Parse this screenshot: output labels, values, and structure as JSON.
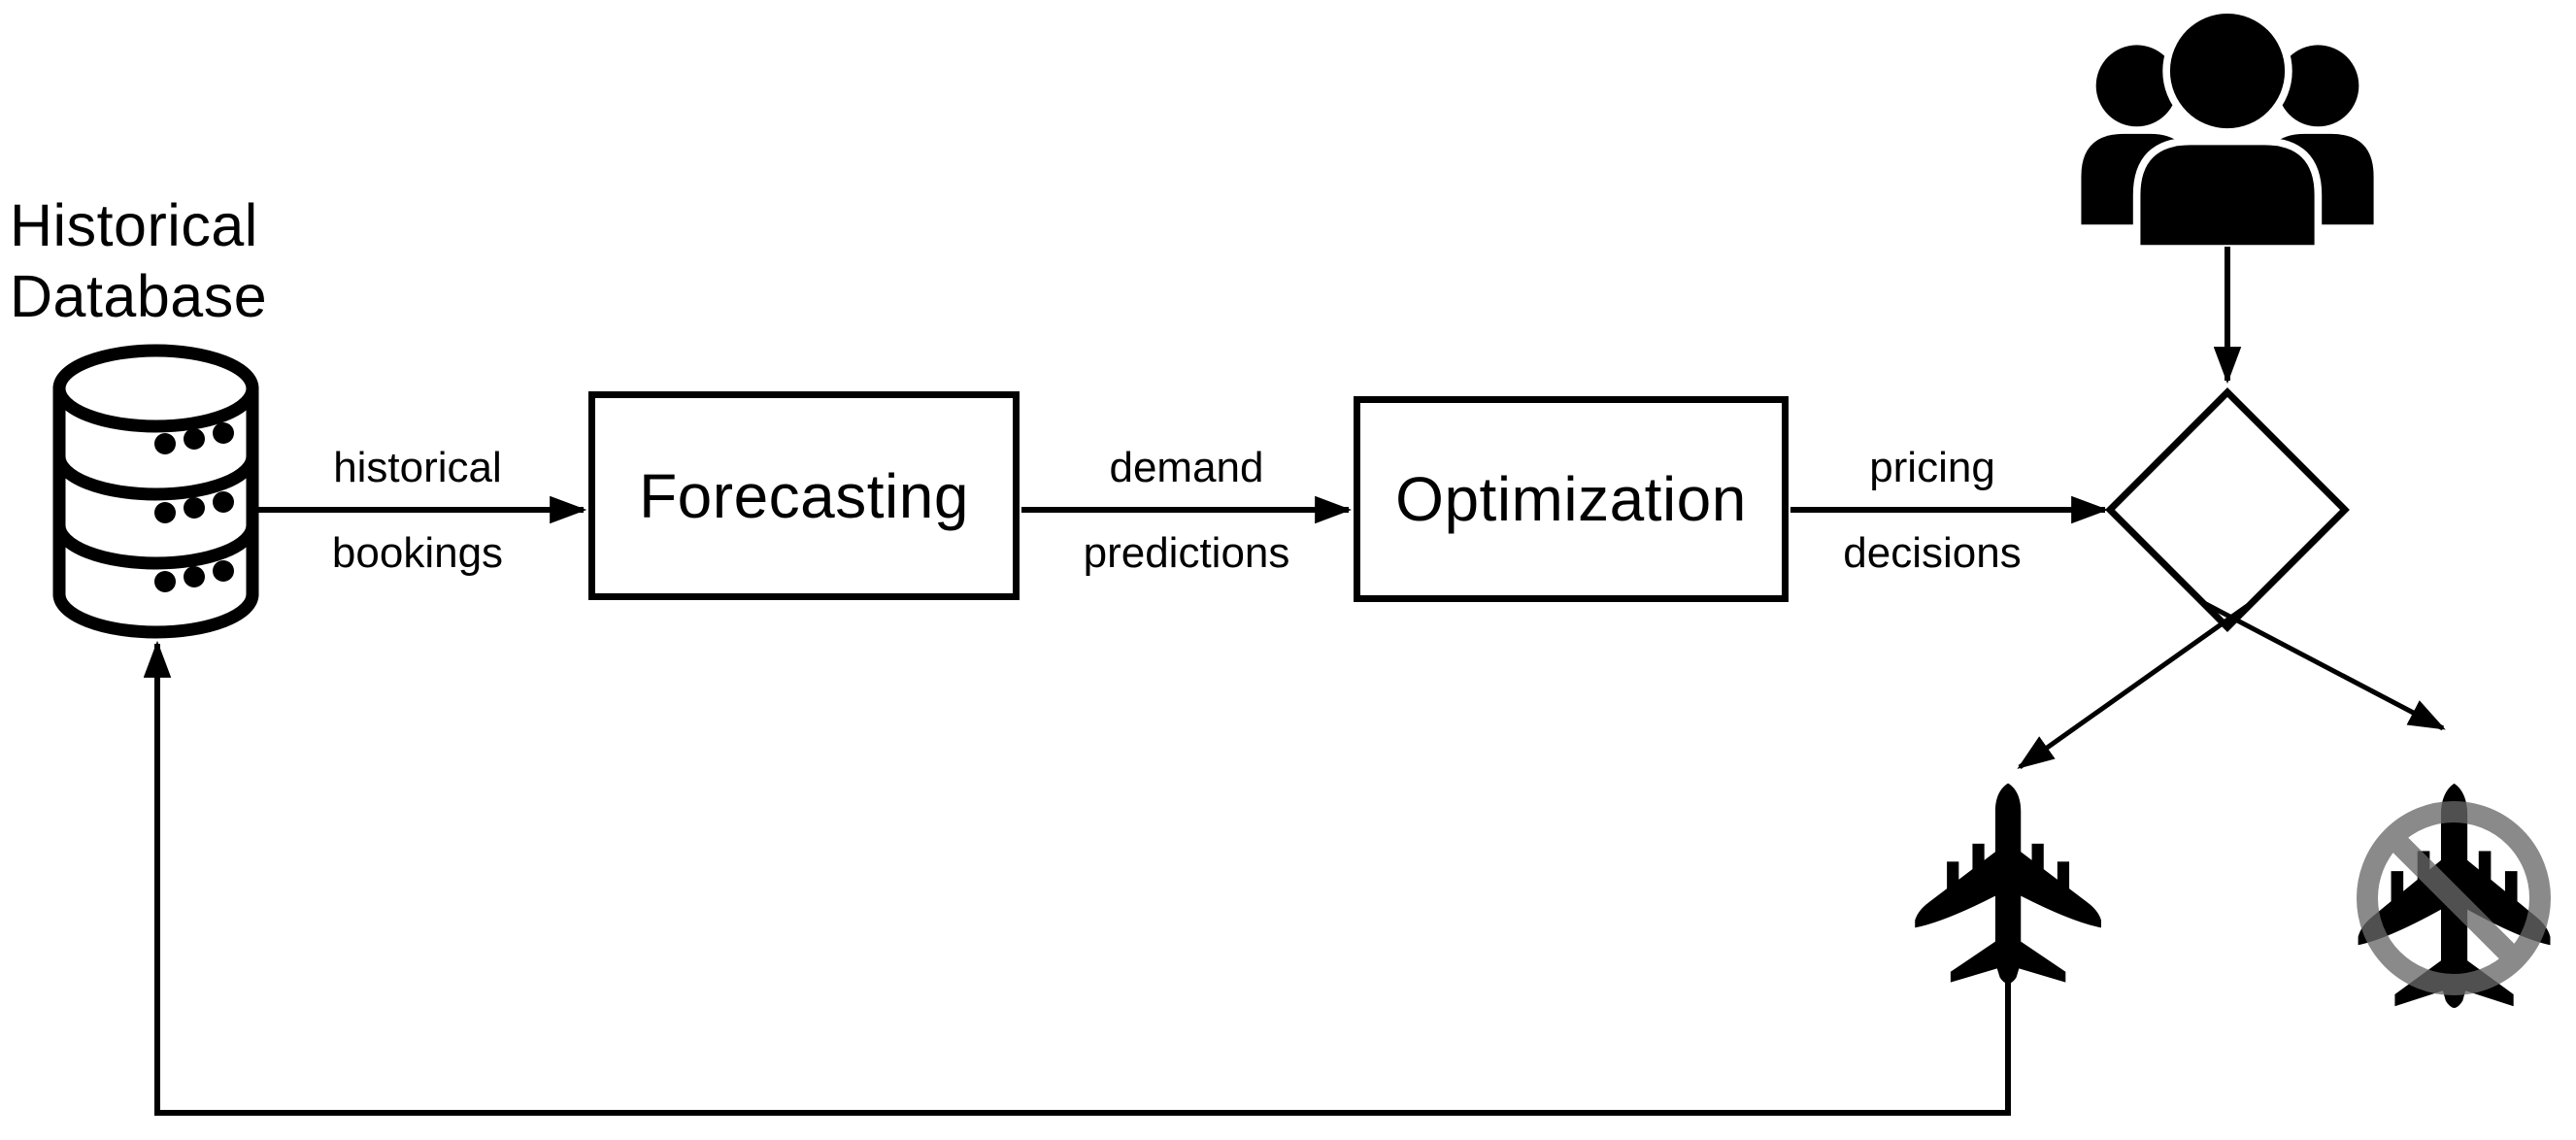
{
  "diagram": {
    "nodes": {
      "historical_database": {
        "label": "Historical Database",
        "icon": "database-icon"
      },
      "forecasting": {
        "label": "Forecasting",
        "shape": "rectangle"
      },
      "optimization": {
        "label": "Optimization",
        "shape": "rectangle"
      },
      "decision": {
        "shape": "diamond"
      },
      "customers": {
        "icon": "users-icon"
      },
      "booking_accepted": {
        "icon": "airplane-icon"
      },
      "booking_rejected": {
        "icon": "airplane-prohibited-icon"
      }
    },
    "edges": [
      {
        "from": "historical_database",
        "to": "forecasting",
        "label_top": "historical",
        "label_bottom": "bookings"
      },
      {
        "from": "forecasting",
        "to": "optimization",
        "label_top": "demand",
        "label_bottom": "predictions"
      },
      {
        "from": "optimization",
        "to": "decision",
        "label_top": "pricing",
        "label_bottom": "decisions"
      },
      {
        "from": "customers",
        "to": "decision"
      },
      {
        "from": "decision",
        "to": "booking_accepted"
      },
      {
        "from": "decision",
        "to": "booking_rejected"
      },
      {
        "from": "booking_accepted",
        "to": "historical_database",
        "type": "feedback"
      }
    ],
    "colors": {
      "ink": "#000000",
      "background": "#ffffff",
      "prohibition_gray": "#686868"
    }
  }
}
